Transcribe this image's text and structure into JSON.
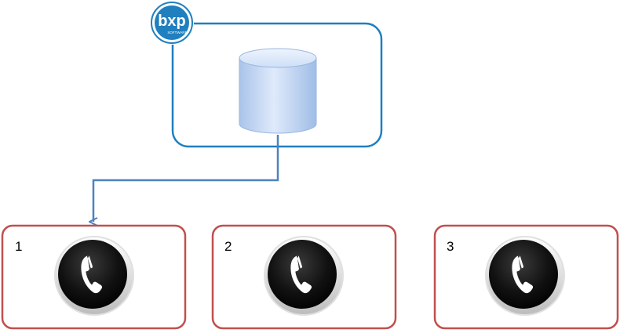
{
  "diagram": {
    "server": {
      "logo": {
        "text": "bxp",
        "subtext": "SOFTWARE",
        "icon": "bxp-software-logo"
      },
      "database_icon": "database-cylinder-icon",
      "border_color": "#1f7fbf",
      "cylinder_color": "#bcd4f2"
    },
    "connector": {
      "color": "#4f81bd",
      "from": "server",
      "to": "phone-1"
    },
    "phones": [
      {
        "label": "1",
        "icon": "telephone-icon",
        "border_color": "#c0504d"
      },
      {
        "label": "2",
        "icon": "telephone-icon",
        "border_color": "#c0504d"
      },
      {
        "label": "3",
        "icon": "telephone-icon",
        "border_color": "#c0504d"
      }
    ]
  }
}
